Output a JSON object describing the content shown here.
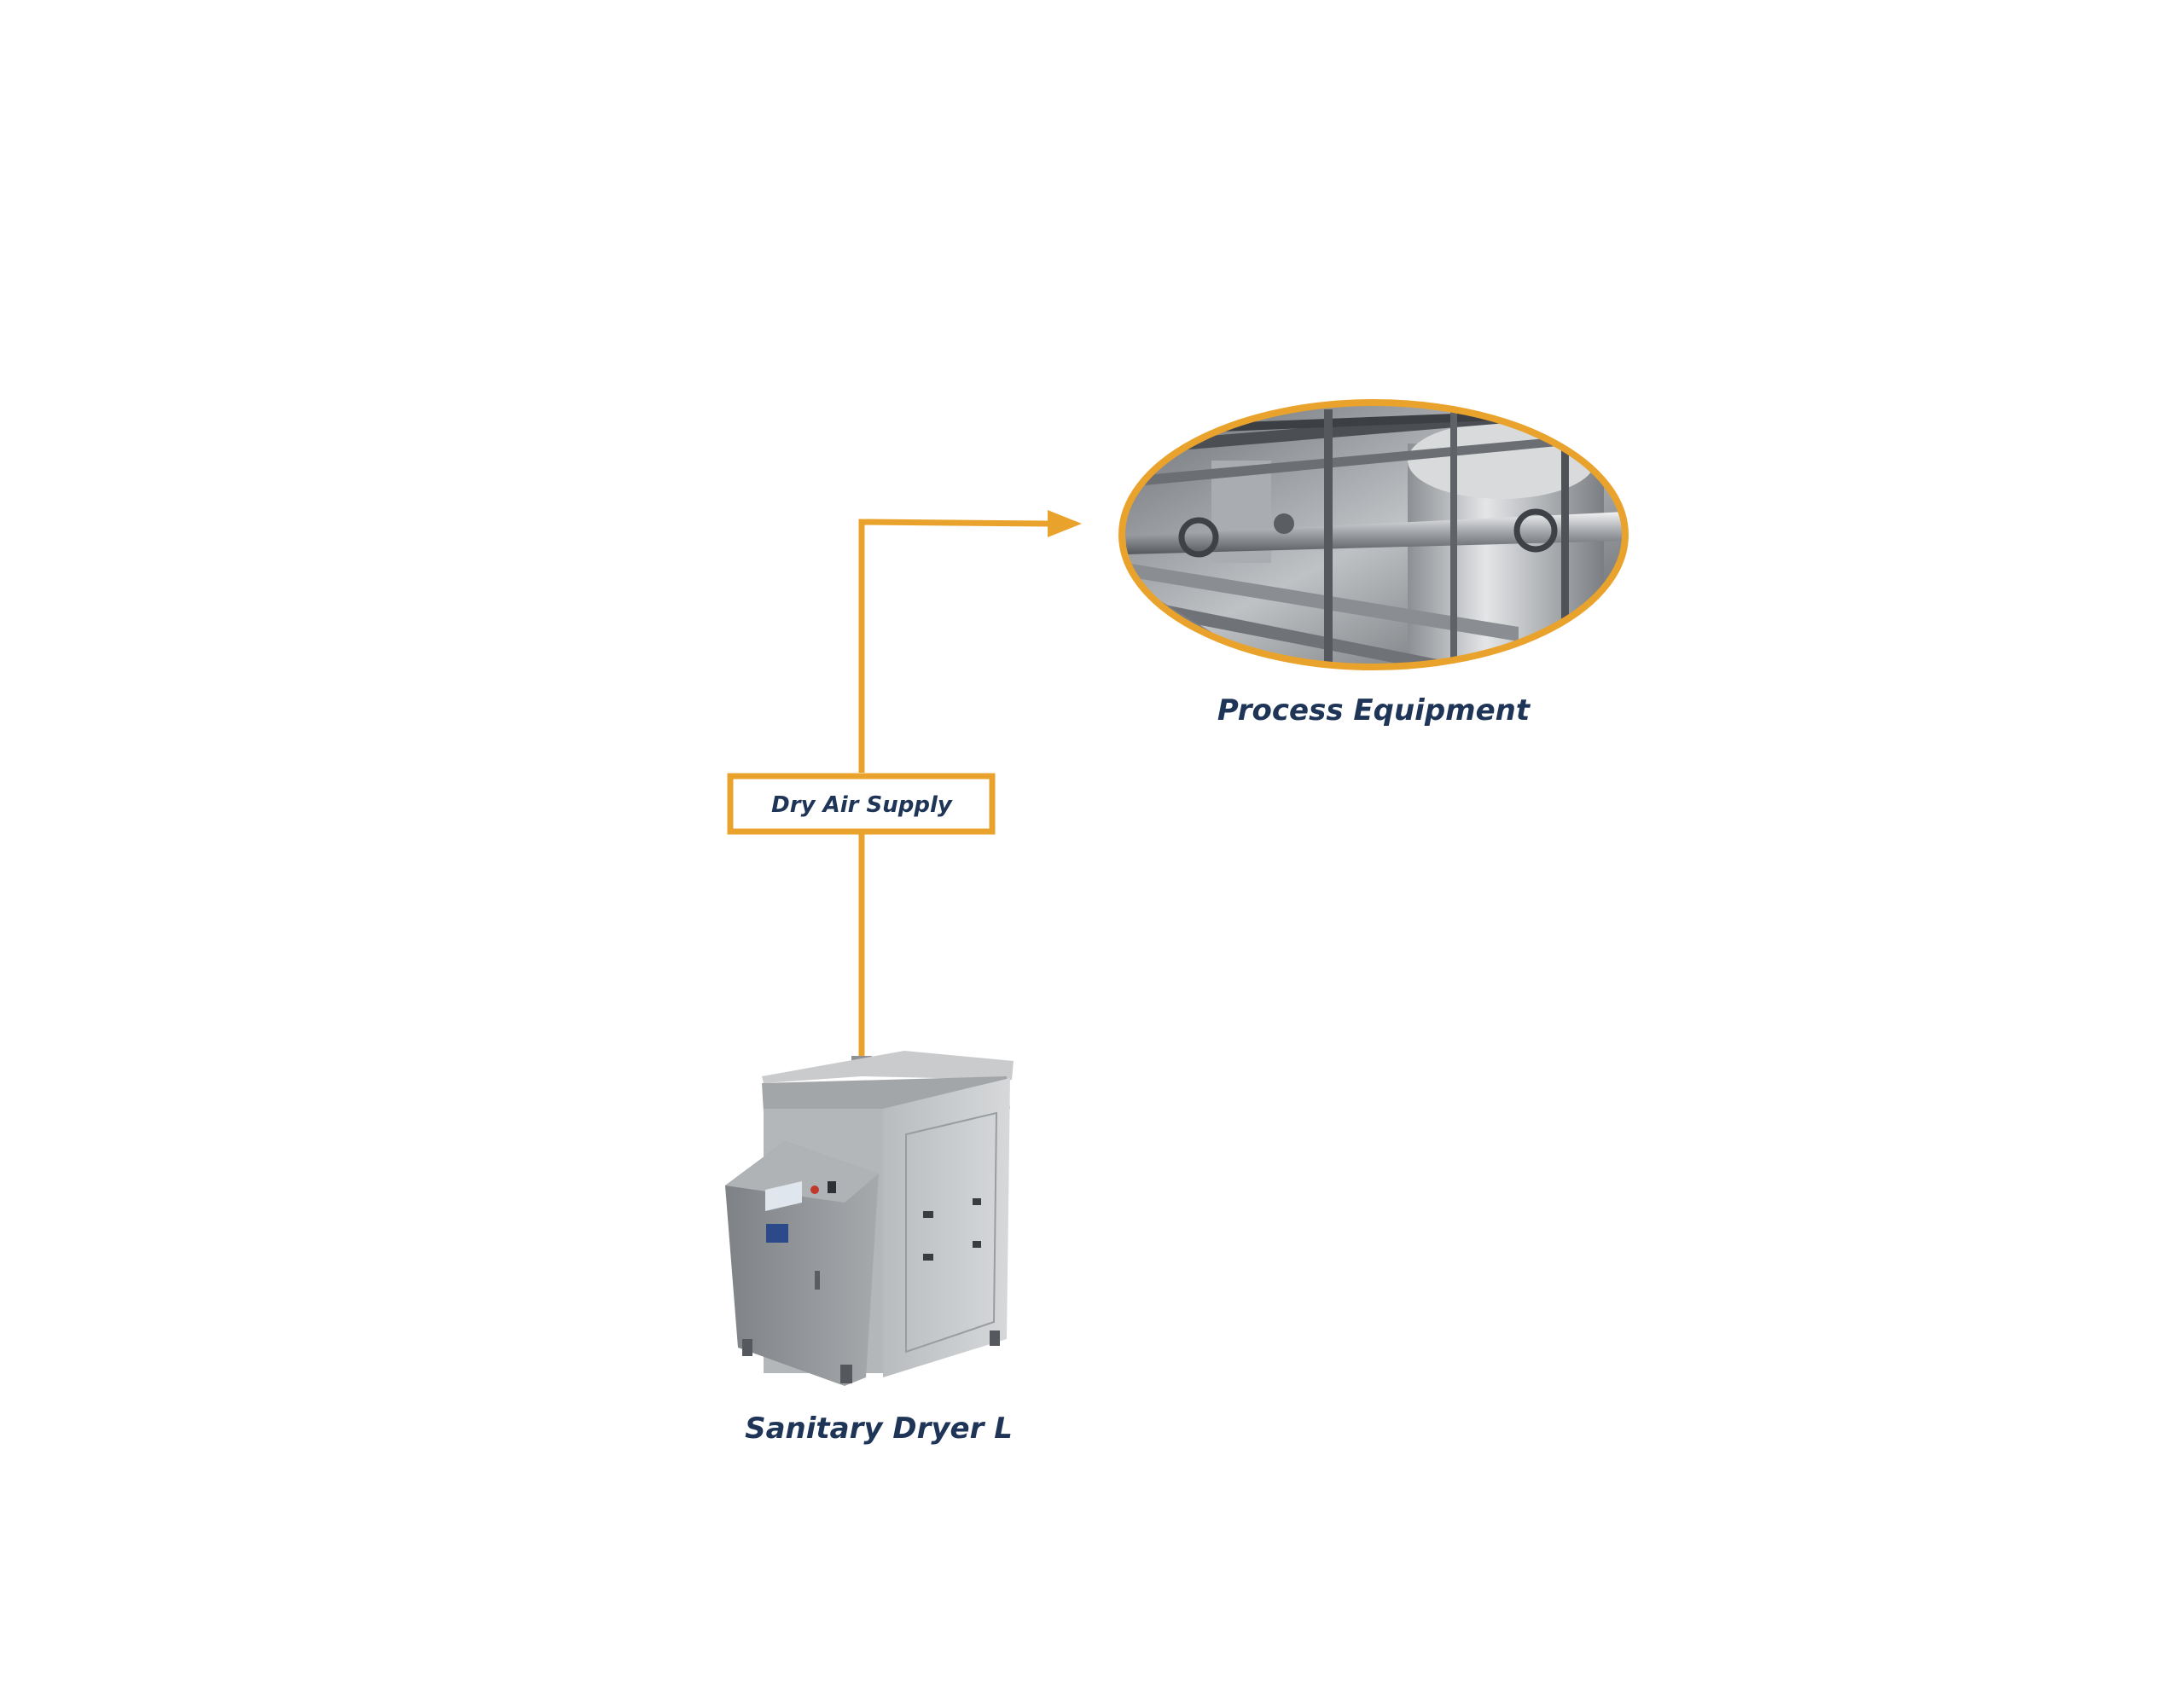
{
  "diagram": {
    "nodes": {
      "process_equipment": {
        "label": "Process Equipment"
      },
      "dry_air_supply": {
        "label": "Dry Air Supply"
      },
      "sanitary_dryer": {
        "label": "Sanitary Dryer L"
      }
    },
    "colors": {
      "connector": "#e9a32c",
      "label_text": "#1f3557",
      "photo_dark": "#4a4d52",
      "steel": "#9a9c9f"
    }
  }
}
